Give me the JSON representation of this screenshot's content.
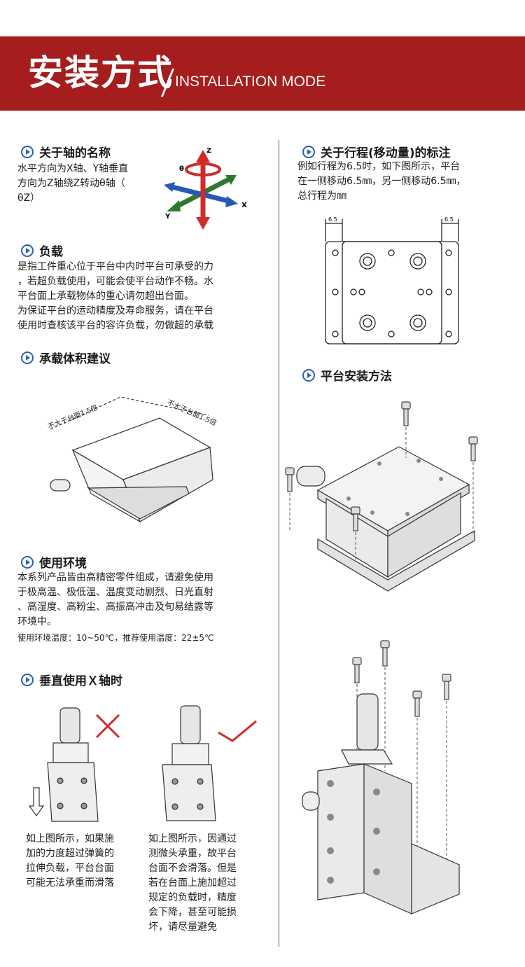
{
  "banner": {
    "title": "安装方式",
    "subtitle": "INSTALLATION MODE"
  },
  "left": {
    "axis": {
      "heading": "关于轴的名称",
      "lines": [
        "水平方向为X轴、Y轴垂直",
        "方向为Z轴绕Z转动θ轴（",
        "θZ）"
      ],
      "labels": {
        "z": "Z",
        "x": "X",
        "y": "Y",
        "theta": "θ"
      }
    },
    "load": {
      "heading": "负载",
      "lines": [
        "是指工件重心位于平台中内时平台可承受的力",
        "，若超负载使用，可能会使平台动作不畅。水",
        "平台面上承载物体的重心请勿超出台面。",
        "为保证平台的运动精度及寿命服务，请在平台",
        "使用时查核该平台的容许负载，勿做超的承载"
      ]
    },
    "volume": {
      "heading": "承载体积建议",
      "label_left": "不大于台面1.5倍",
      "label_right": "不大于台面1.5倍"
    },
    "env": {
      "heading": "使用环境",
      "lines": [
        "本系列产品皆由高精密零件组成，请避免使用",
        "于极高温、极低温、温度变动剧烈、日光直射",
        "、高湿度、高粉尘、高振高冲击及旬易结露等",
        "环境中。"
      ],
      "temp": "使用环境温度：10~50℃，推荐使用温度：22±5℃"
    },
    "vertical": {
      "heading": "垂直使用Ｘ轴时",
      "bad_lines": [
        "如上图所示，如果施",
        "加的力度超过弹簧的",
        "拉伸负载，平台台面",
        "可能无法承重而滑落"
      ],
      "good_lines": [
        "如上图所示，因通过",
        "测微头承重，故平台",
        "台面不会滑落。但是",
        "若在台面上施加超过",
        "规定的负载时，精度",
        "会下降，甚至可能损",
        "坏，请尽量避免"
      ]
    }
  },
  "right": {
    "stroke": {
      "heading": "关于行程(移动量)的标注",
      "lines": [
        "例如行程为6.5时，如下图所示，平台",
        "在一侧移动6.5㎜，另一侧移动6.5㎜，",
        "总行程为㎜"
      ],
      "dim_left": "6.5",
      "dim_right": "6.5"
    },
    "install": {
      "heading": "平台安装方法"
    }
  },
  "colors": {
    "banner": "#a51d1d",
    "accent": "#2a62b5"
  }
}
